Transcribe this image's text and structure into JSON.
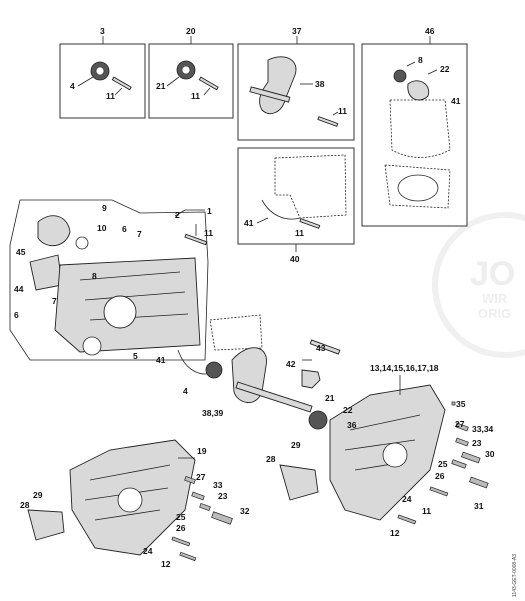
{
  "labels": {
    "l3": "3",
    "l20": "20",
    "l37": "37",
    "l46": "46",
    "l4a": "4",
    "l11a": "11",
    "l21a": "21",
    "l11b": "11",
    "l38": "38",
    "l11c": "11",
    "l8a": "8",
    "l22a": "22",
    "l41a": "41",
    "l41b": "41",
    "l11d": "11",
    "l40": "40",
    "l2": "2",
    "l1": "1",
    "l9": "9",
    "l10": "10",
    "l6a": "6",
    "l7a": "7",
    "l11e": "11",
    "l45": "45",
    "l8b": "8",
    "l44": "44",
    "l7b": "7",
    "l6b": "6",
    "l5": "5",
    "l43": "43",
    "l42": "42",
    "l41c": "41",
    "l4b": "4",
    "l21b": "21",
    "l22b": "22",
    "l3839": "38,39",
    "l36": "36",
    "l1318": "13,14,15,16,17,18",
    "l35": "35",
    "l3334a": "33,34",
    "l27a": "27",
    "l23a": "23",
    "l29a": "29",
    "l28a": "28",
    "l30": "30",
    "l25a": "25",
    "l26a": "26",
    "l24a": "24",
    "l11f": "11",
    "l31": "31",
    "l12a": "12",
    "l19": "19",
    "l27b": "27",
    "l33b": "33",
    "l23b": "23",
    "l25b": "25",
    "l26b": "26",
    "l32": "32",
    "l29b": "29",
    "l28b": "28",
    "l24b": "24",
    "l12b": "12"
  },
  "watermark": {
    "line1": "JO",
    "line2": "WIR",
    "line3": "ORIG"
  },
  "doc_code": "1143-GET-0008-A3"
}
